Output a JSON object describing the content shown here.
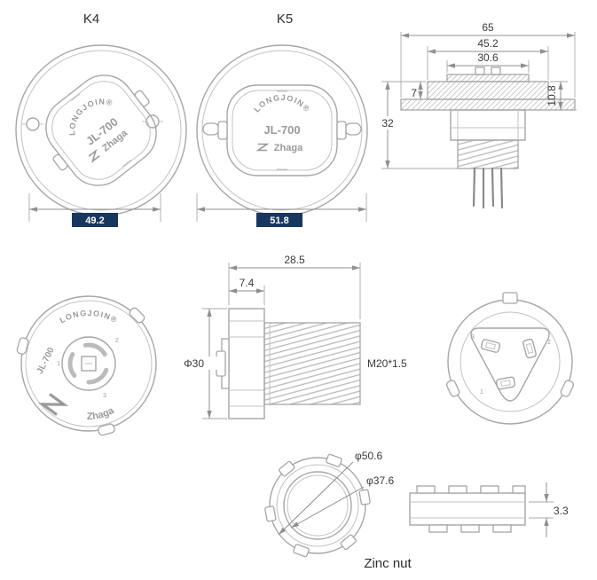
{
  "colors": {
    "accent": "#17375e"
  },
  "views": {
    "k4": {
      "title": "K4",
      "dim_cap": "49.2",
      "cap": {
        "brand": "LONGJOIN®",
        "model": "JL-700",
        "zhaga": "Zhaga"
      }
    },
    "k5": {
      "title": "K5",
      "dim_cap": "51.8",
      "cap": {
        "brand": "LONGJOIN®",
        "model": "JL-700",
        "zhaga": "Zhaga"
      }
    },
    "side": {
      "dim_total_width": "65",
      "dim_cap_width": "45.2",
      "dim_top_width": "30.6",
      "dim_step": "7",
      "dim_height": "32",
      "dim_cap_height": "10.8"
    },
    "front": {
      "brand": "LONGJOIN®",
      "model": "JL-700",
      "zhaga": "Zhaga",
      "contacts": [
        "1",
        "2",
        "3"
      ]
    },
    "thread": {
      "dim_length": "28.5",
      "dim_head": "7.4",
      "dim_diameter": "Φ30",
      "thread_spec": "M20*1.5"
    },
    "back": {
      "contacts": [
        "1",
        "2",
        "3"
      ]
    },
    "nut": {
      "dim_outer": "φ50.6",
      "dim_bore": "φ37.6",
      "dim_thickness": "3.3",
      "caption": "Zinc nut"
    }
  }
}
